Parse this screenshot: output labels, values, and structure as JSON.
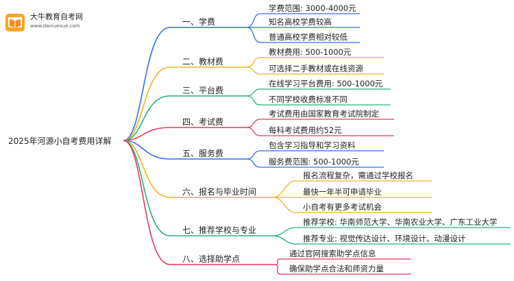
{
  "logo": {
    "name": "大牛教育自考网",
    "domain": "www.daniuexue.com"
  },
  "mindmap": {
    "root": "2025年河源小自考费用详解",
    "branches": [
      {
        "label": "一、学费",
        "color": "#2f6df5",
        "children": [
          "学费范围: 3000-4000元",
          "知名高校学费较高",
          "普通高校学费相对较低"
        ]
      },
      {
        "label": "二、教材费",
        "color": "#f2b01e",
        "children": [
          "教材费用: 500-1000元",
          "可选择二手教材或在线资源"
        ]
      },
      {
        "label": "三、平台费",
        "color": "#20b575",
        "children": [
          "在线学习平台费用: 500-1000元",
          "不同学校收费标准不同"
        ]
      },
      {
        "label": "四、考试费",
        "color": "#e8365d",
        "children": [
          "考试费用由国家教育考试院制定",
          "每科考试费用约52元"
        ]
      },
      {
        "label": "五、服务费",
        "color": "#2f6df5",
        "children": [
          "包含学习指导和学习资料",
          "服务费范围: 500-1000元"
        ]
      },
      {
        "label": "六、报名与毕业时间",
        "color": "#f2b01e",
        "children": [
          "报名流程复杂，需通过学校报名",
          "最快一年半可申请毕业",
          "小自考有更多考试机会"
        ]
      },
      {
        "label": "七、推荐学校与专业",
        "color": "#20b575",
        "children": [
          "推荐学校: 华南师范大学、华南农业大学、广东工业大学",
          "推荐专业: 视觉传达设计、环境设计、动漫设计"
        ]
      },
      {
        "label": "八、选择助学点",
        "color": "#e8365d",
        "children": [
          "通过官网搜索助学点信息",
          "确保助学点合法和师资力量"
        ]
      }
    ]
  }
}
